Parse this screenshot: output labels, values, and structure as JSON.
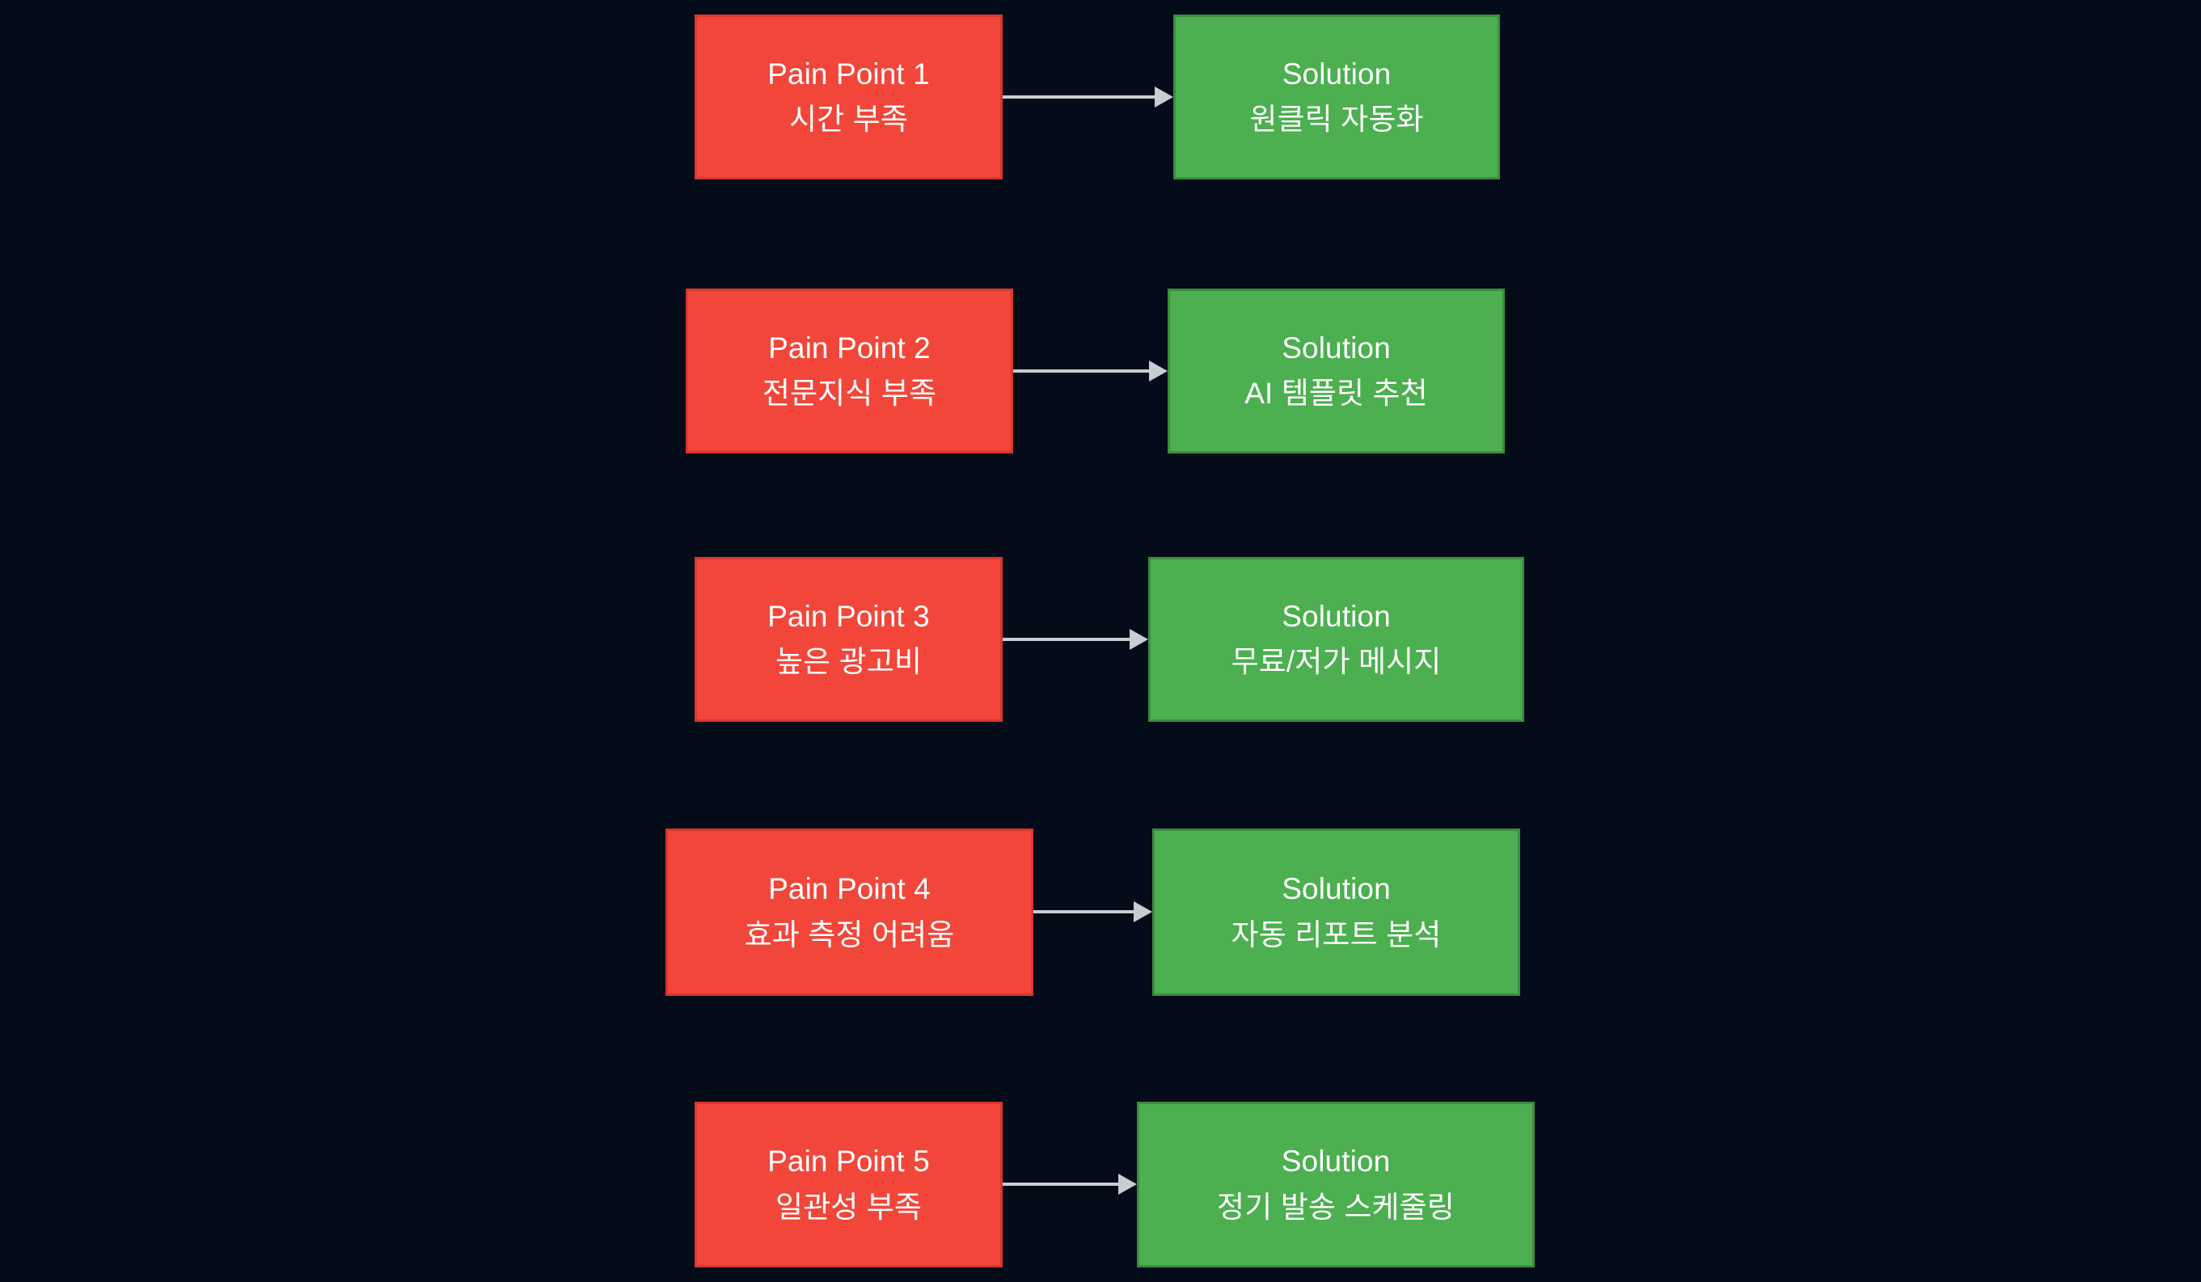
{
  "diagram": {
    "type": "flowchart",
    "direction": "left-to-right",
    "background_color": "#040b19",
    "pain_color": "#f2463a",
    "pain_border_color": "#d8372d",
    "solution_color": "#4caf50",
    "solution_border_color": "#3d8c40",
    "edge_color": "#c8cdd2",
    "text_color": "#ffffff",
    "rows": [
      {
        "pain": {
          "title": "Pain Point 1",
          "detail": "시간 부족"
        },
        "solution": {
          "title": "Solution",
          "detail": "원클릭 자동화"
        },
        "edge_label": ""
      },
      {
        "pain": {
          "title": "Pain Point 2",
          "detail": "전문지식 부족"
        },
        "solution": {
          "title": "Solution",
          "detail": "AI 템플릿 추천"
        },
        "edge_label": ""
      },
      {
        "pain": {
          "title": "Pain Point 3",
          "detail": "높은 광고비"
        },
        "solution": {
          "title": "Solution",
          "detail": "무료/저가 메시지"
        },
        "edge_label": ""
      },
      {
        "pain": {
          "title": "Pain Point 4",
          "detail": "효과 측정 어려움"
        },
        "solution": {
          "title": "Solution",
          "detail": "자동 리포트 분석"
        },
        "edge_label": ""
      },
      {
        "pain": {
          "title": "Pain Point 5",
          "detail": "일관성 부족"
        },
        "solution": {
          "title": "Solution",
          "detail": "정기 발송 스케줄링"
        },
        "edge_label": ""
      }
    ]
  }
}
